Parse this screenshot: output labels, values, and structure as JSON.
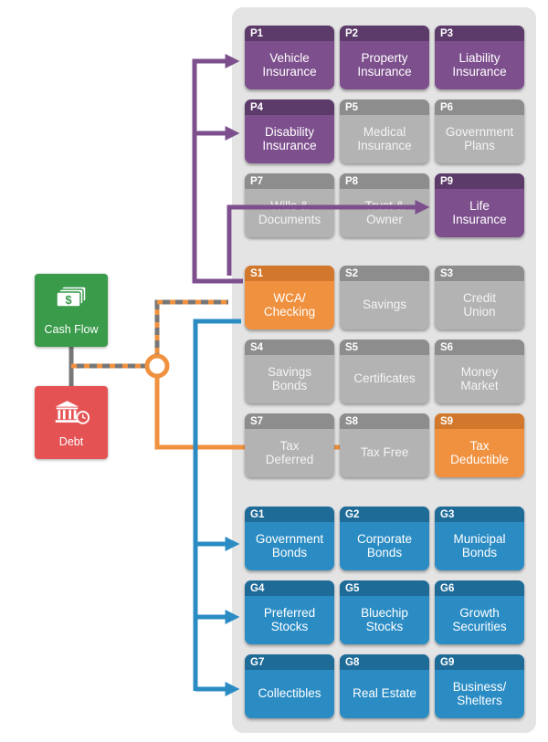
{
  "sources": {
    "cash_flow": {
      "label": "Cash Flow",
      "icon": "cash-stack-icon",
      "color": "#3a9b4b"
    },
    "debt": {
      "label": "Debt",
      "icon": "bank-clock-icon",
      "color": "#e45253"
    }
  },
  "colors": {
    "protection": "#7d4f8d",
    "savings": "#f0913f",
    "growth": "#2b8cc4",
    "inactive": "#b3b3b3",
    "connector_gray": "#777777"
  },
  "groups": [
    {
      "name": "protection",
      "tiles": [
        {
          "code": "P1",
          "label": "Vehicle\nInsurance",
          "active": true
        },
        {
          "code": "P2",
          "label": "Property\nInsurance",
          "active": true
        },
        {
          "code": "P3",
          "label": "Liability\nInsurance",
          "active": true
        },
        {
          "code": "P4",
          "label": "Disability\nInsurance",
          "active": true
        },
        {
          "code": "P5",
          "label": "Medical\nInsurance",
          "active": false
        },
        {
          "code": "P6",
          "label": "Government\nPlans",
          "active": false
        },
        {
          "code": "P7",
          "label": "Wills &\nDocuments",
          "active": false
        },
        {
          "code": "P8",
          "label": "Trust &\nOwner",
          "active": false
        },
        {
          "code": "P9",
          "label": "Life\nInsurance",
          "active": true
        }
      ]
    },
    {
      "name": "savings",
      "tiles": [
        {
          "code": "S1",
          "label": "WCA/\nChecking",
          "active": true
        },
        {
          "code": "S2",
          "label": "Savings",
          "active": false
        },
        {
          "code": "S3",
          "label": "Credit\nUnion",
          "active": false
        },
        {
          "code": "S4",
          "label": "Savings\nBonds",
          "active": false
        },
        {
          "code": "S5",
          "label": "Certificates",
          "active": false
        },
        {
          "code": "S6",
          "label": "Money\nMarket",
          "active": false
        },
        {
          "code": "S7",
          "label": "Tax\nDeferred",
          "active": false
        },
        {
          "code": "S8",
          "label": "Tax Free",
          "active": false
        },
        {
          "code": "S9",
          "label": "Tax\nDeductible",
          "active": true
        }
      ]
    },
    {
      "name": "growth",
      "tiles": [
        {
          "code": "G1",
          "label": "Government\nBonds",
          "active": true
        },
        {
          "code": "G2",
          "label": "Corporate\nBonds",
          "active": true
        },
        {
          "code": "G3",
          "label": "Municipal\nBonds",
          "active": true
        },
        {
          "code": "G4",
          "label": "Preferred\nStocks",
          "active": true
        },
        {
          "code": "G5",
          "label": "Bluechip\nStocks",
          "active": true
        },
        {
          "code": "G6",
          "label": "Growth\nSecurities",
          "active": true
        },
        {
          "code": "G7",
          "label": "Collectibles",
          "active": true
        },
        {
          "code": "G8",
          "label": "Real Estate",
          "active": true
        },
        {
          "code": "G9",
          "label": "Business/\nShelters",
          "active": true
        }
      ]
    }
  ]
}
